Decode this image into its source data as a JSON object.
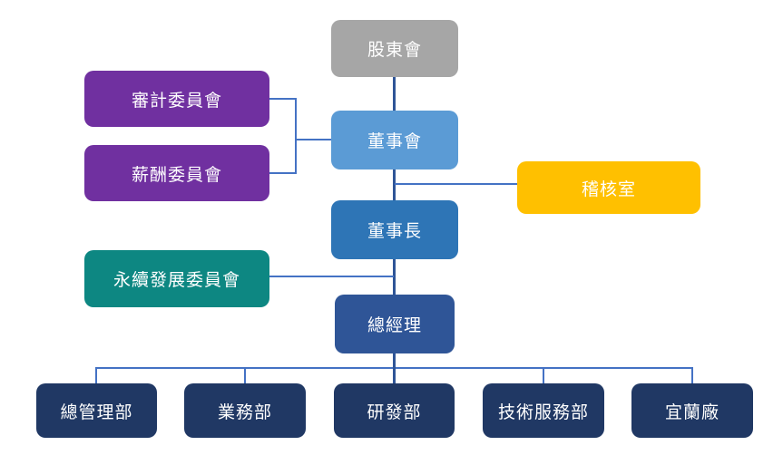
{
  "diagram": {
    "type": "org-chart",
    "nodes": {
      "shareholders": {
        "label": "股東會",
        "color": "#a6a6a6"
      },
      "audit_committee": {
        "label": "審計委員會",
        "color": "#7030a0"
      },
      "compensation_committee": {
        "label": "薪酬委員會",
        "color": "#7030a0"
      },
      "board": {
        "label": "董事會",
        "color": "#5b9bd5"
      },
      "audit_office": {
        "label": "稽核室",
        "color": "#ffc000"
      },
      "chairman": {
        "label": "董事長",
        "color": "#2e75b6"
      },
      "esg_committee": {
        "label": "永續發展委員會",
        "color": "#0d8782"
      },
      "general_manager": {
        "label": "總經理",
        "color": "#2f5597"
      },
      "general_management_dept": {
        "label": "總管理部",
        "color": "#203864"
      },
      "business_dept": {
        "label": "業務部",
        "color": "#203864"
      },
      "rd_dept": {
        "label": "研發部",
        "color": "#203864"
      },
      "technical_service_dept": {
        "label": "技術服務部",
        "color": "#203864"
      },
      "yilan_plant": {
        "label": "宜蘭廠",
        "color": "#203864"
      }
    },
    "edges": [
      "shareholders-board",
      "audit_committee-board",
      "compensation_committee-board",
      "board-chairman",
      "board-audit_office",
      "chairman-general_manager",
      "esg_committee-general_manager",
      "general_manager-general_management_dept",
      "general_manager-business_dept",
      "general_manager-rd_dept",
      "general_manager-technical_service_dept",
      "general_manager-yilan_plant"
    ],
    "colors": {
      "connector": "#4472c4",
      "connector_dark": "#2f5597",
      "text": "#ffffff",
      "background": "#ffffff"
    }
  }
}
